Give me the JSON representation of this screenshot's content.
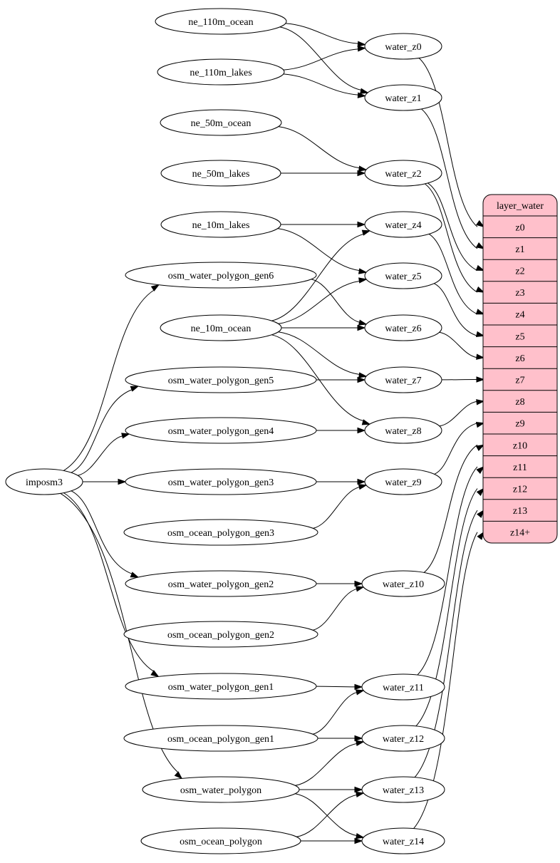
{
  "colors": {
    "background": "#ffffff",
    "node_fill": "#ffffff",
    "node_stroke": "#000000",
    "edge": "#000000",
    "record_fill": "#ffc0cb",
    "text": "#000000"
  },
  "nodes": [
    {
      "id": "imposm3",
      "label": "imposm3"
    },
    {
      "id": "ne_110m_ocean",
      "label": "ne_110m_ocean"
    },
    {
      "id": "ne_110m_lakes",
      "label": "ne_110m_lakes"
    },
    {
      "id": "ne_50m_ocean",
      "label": "ne_50m_ocean"
    },
    {
      "id": "ne_50m_lakes",
      "label": "ne_50m_lakes"
    },
    {
      "id": "ne_10m_lakes",
      "label": "ne_10m_lakes"
    },
    {
      "id": "osm_water_polygon_gen6",
      "label": "osm_water_polygon_gen6"
    },
    {
      "id": "ne_10m_ocean",
      "label": "ne_10m_ocean"
    },
    {
      "id": "osm_water_polygon_gen5",
      "label": "osm_water_polygon_gen5"
    },
    {
      "id": "osm_water_polygon_gen4",
      "label": "osm_water_polygon_gen4"
    },
    {
      "id": "osm_water_polygon_gen3",
      "label": "osm_water_polygon_gen3"
    },
    {
      "id": "osm_ocean_polygon_gen3",
      "label": "osm_ocean_polygon_gen3"
    },
    {
      "id": "osm_water_polygon_gen2",
      "label": "osm_water_polygon_gen2"
    },
    {
      "id": "osm_ocean_polygon_gen2",
      "label": "osm_ocean_polygon_gen2"
    },
    {
      "id": "osm_water_polygon_gen1",
      "label": "osm_water_polygon_gen1"
    },
    {
      "id": "osm_ocean_polygon_gen1",
      "label": "osm_ocean_polygon_gen1"
    },
    {
      "id": "osm_water_polygon",
      "label": "osm_water_polygon"
    },
    {
      "id": "osm_ocean_polygon",
      "label": "osm_ocean_polygon"
    },
    {
      "id": "water_z0",
      "label": "water_z0"
    },
    {
      "id": "water_z1",
      "label": "water_z1"
    },
    {
      "id": "water_z2",
      "label": "water_z2"
    },
    {
      "id": "water_z4",
      "label": "water_z4"
    },
    {
      "id": "water_z5",
      "label": "water_z5"
    },
    {
      "id": "water_z6",
      "label": "water_z6"
    },
    {
      "id": "water_z7",
      "label": "water_z7"
    },
    {
      "id": "water_z8",
      "label": "water_z8"
    },
    {
      "id": "water_z9",
      "label": "water_z9"
    },
    {
      "id": "water_z10",
      "label": "water_z10"
    },
    {
      "id": "water_z11",
      "label": "water_z11"
    },
    {
      "id": "water_z12",
      "label": "water_z12"
    },
    {
      "id": "water_z13",
      "label": "water_z13"
    },
    {
      "id": "water_z14",
      "label": "water_z14"
    }
  ],
  "record": {
    "title": "layer_water",
    "rows": [
      "z0",
      "z1",
      "z2",
      "z3",
      "z4",
      "z5",
      "z6",
      "z7",
      "z8",
      "z9",
      "z10",
      "z11",
      "z12",
      "z13",
      "z14+"
    ]
  },
  "edges": [
    [
      "imposm3",
      "osm_water_polygon_gen6"
    ],
    [
      "imposm3",
      "osm_water_polygon_gen5"
    ],
    [
      "imposm3",
      "osm_water_polygon_gen4"
    ],
    [
      "imposm3",
      "osm_water_polygon_gen3"
    ],
    [
      "imposm3",
      "osm_water_polygon_gen2"
    ],
    [
      "imposm3",
      "osm_water_polygon_gen1"
    ],
    [
      "imposm3",
      "osm_water_polygon"
    ],
    [
      "ne_110m_ocean",
      "water_z0"
    ],
    [
      "ne_110m_ocean",
      "water_z1"
    ],
    [
      "ne_110m_lakes",
      "water_z0"
    ],
    [
      "ne_110m_lakes",
      "water_z1"
    ],
    [
      "ne_50m_ocean",
      "water_z2"
    ],
    [
      "ne_50m_lakes",
      "water_z2"
    ],
    [
      "ne_10m_ocean",
      "water_z4"
    ],
    [
      "ne_10m_lakes",
      "water_z4"
    ],
    [
      "ne_10m_ocean",
      "water_z5"
    ],
    [
      "ne_10m_lakes",
      "water_z5"
    ],
    [
      "ne_10m_ocean",
      "water_z6"
    ],
    [
      "osm_water_polygon_gen6",
      "water_z6"
    ],
    [
      "ne_10m_ocean",
      "water_z7"
    ],
    [
      "osm_water_polygon_gen5",
      "water_z7"
    ],
    [
      "ne_10m_ocean",
      "water_z8"
    ],
    [
      "osm_water_polygon_gen4",
      "water_z8"
    ],
    [
      "osm_water_polygon_gen3",
      "water_z9"
    ],
    [
      "osm_ocean_polygon_gen3",
      "water_z9"
    ],
    [
      "osm_water_polygon_gen2",
      "water_z10"
    ],
    [
      "osm_ocean_polygon_gen2",
      "water_z10"
    ],
    [
      "osm_water_polygon_gen1",
      "water_z11"
    ],
    [
      "osm_ocean_polygon_gen1",
      "water_z11"
    ],
    [
      "osm_water_polygon",
      "water_z12"
    ],
    [
      "osm_ocean_polygon_gen1",
      "water_z12"
    ],
    [
      "osm_water_polygon",
      "water_z13"
    ],
    [
      "osm_ocean_polygon",
      "water_z13"
    ],
    [
      "osm_water_polygon",
      "water_z14"
    ],
    [
      "osm_ocean_polygon",
      "water_z14"
    ]
  ],
  "record_edges": [
    [
      "water_z0",
      "z0"
    ],
    [
      "water_z1",
      "z1"
    ],
    [
      "water_z2",
      "z2"
    ],
    [
      "water_z2",
      "z3"
    ],
    [
      "water_z4",
      "z4"
    ],
    [
      "water_z5",
      "z5"
    ],
    [
      "water_z6",
      "z6"
    ],
    [
      "water_z7",
      "z7"
    ],
    [
      "water_z8",
      "z8"
    ],
    [
      "water_z9",
      "z9"
    ],
    [
      "water_z10",
      "z10"
    ],
    [
      "water_z11",
      "z11"
    ],
    [
      "water_z12",
      "z12"
    ],
    [
      "water_z13",
      "z13"
    ],
    [
      "water_z14",
      "z14+"
    ]
  ]
}
